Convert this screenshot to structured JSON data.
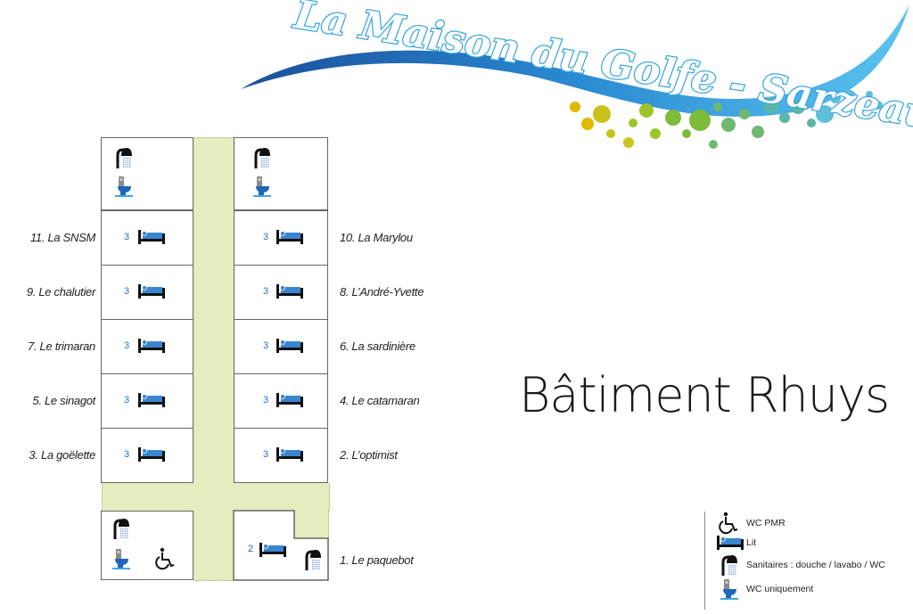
{
  "logo": {
    "text": "La Maison du Golfe - Sarzeau",
    "colors": {
      "wave_dark": "#1a5fa8",
      "wave_light": "#4fb8e8",
      "text_fill": "#ffffff",
      "text_outline": "#3aa6de"
    },
    "dot_colors": [
      "#e0b800",
      "#c9c21a",
      "#9fc42a",
      "#7dbb3a",
      "#6fb870",
      "#5ab7a8",
      "#5ec0d8"
    ]
  },
  "building": {
    "title": "Bâtiment Rhuys",
    "corridor_color": "#e4ecc0",
    "bed_color": "#3a85d0",
    "capacity_color": "#2a6fc4"
  },
  "rooms": [
    {
      "id": "room-11",
      "label": "11. La SNSM",
      "beds": "3",
      "side": "left"
    },
    {
      "id": "room-10",
      "label": "10. La Marylou",
      "beds": "3",
      "side": "right"
    },
    {
      "id": "room-9",
      "label": "9. Le chalutier",
      "beds": "3",
      "side": "left"
    },
    {
      "id": "room-8",
      "label": "8. L’André-Yvette",
      "beds": "3",
      "side": "right"
    },
    {
      "id": "room-7",
      "label": "7. Le trimaran",
      "beds": "3",
      "side": "left"
    },
    {
      "id": "room-6",
      "label": "6. La sardinière",
      "beds": "3",
      "side": "right"
    },
    {
      "id": "room-5",
      "label": "5. Le sinagot",
      "beds": "3",
      "side": "left"
    },
    {
      "id": "room-4",
      "label": "4. Le catamaran",
      "beds": "3",
      "side": "right"
    },
    {
      "id": "room-3",
      "label": "3. La goëlette",
      "beds": "3",
      "side": "left"
    },
    {
      "id": "room-2",
      "label": "2. L’optimist",
      "beds": "3",
      "side": "right"
    },
    {
      "id": "room-1",
      "label": "1. Le paquebot",
      "beds": "2",
      "side": "right"
    }
  ],
  "legend": {
    "items": [
      {
        "icon": "wheelchair-icon",
        "label": "WC PMR"
      },
      {
        "icon": "bed-icon",
        "label": "Lit"
      },
      {
        "icon": "shower-icon",
        "label": "Sanitaires : douche / lavabo / WC"
      },
      {
        "icon": "toilet-icon",
        "label": "WC uniquement"
      }
    ]
  }
}
